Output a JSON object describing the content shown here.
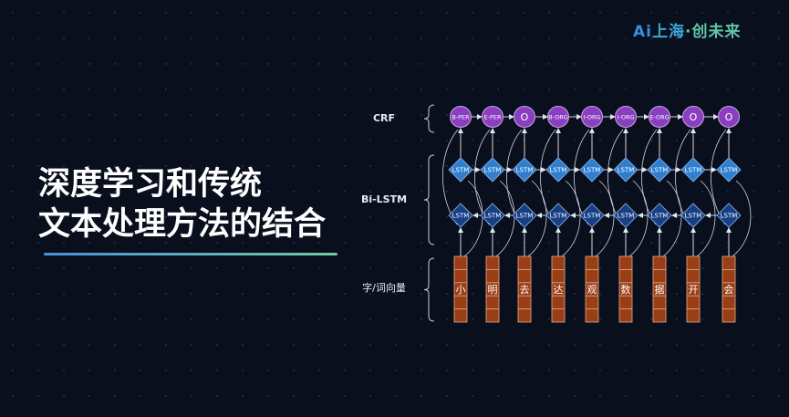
{
  "logo": {
    "ai": "Ai",
    "city": "上海",
    "dot": "·",
    "slogan": "创未来"
  },
  "title": {
    "line1": "深度学习和传统",
    "line2": "文本处理方法的结合"
  },
  "layers": {
    "crf": "CRF",
    "bilstm": "Bi-LSTM",
    "embedding": "字/词向量"
  },
  "lstm_label": "LSTM",
  "crf_tags": [
    "B-PER",
    "E-PER",
    "O",
    "B-ORG",
    "I-ORG",
    "I-ORG",
    "E-ORG",
    "O",
    "O"
  ],
  "characters": [
    "小",
    "明",
    "去",
    "达",
    "观",
    "数",
    "据",
    "开",
    "会"
  ],
  "colors": {
    "crf": "#8a3fc0",
    "lstm_top": "#2f7fd0",
    "lstm_bottom": "#173f86",
    "embed": "#9a3e16"
  }
}
